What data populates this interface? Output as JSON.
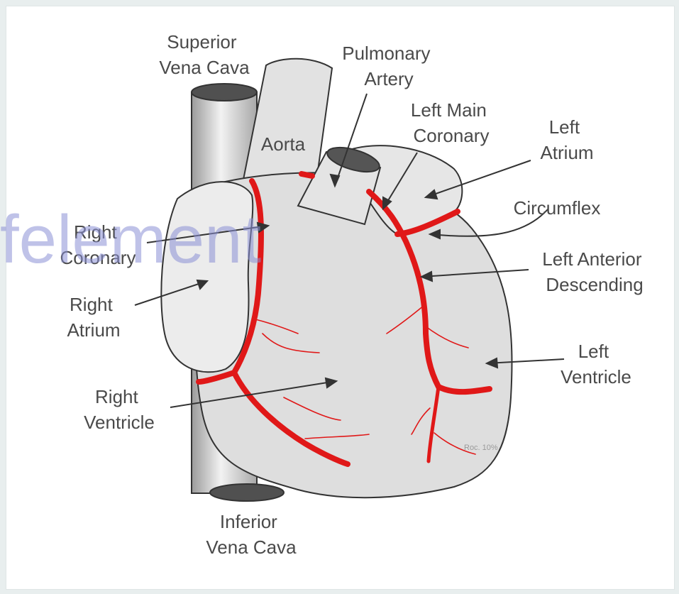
{
  "labels": {
    "superior_vena_cava": [
      "Superior",
      "Vena Cava"
    ],
    "pulmonary_artery": [
      "Pulmonary",
      "Artery"
    ],
    "left_main_coronary": [
      "Left Main",
      "Coronary"
    ],
    "left_atrium": [
      "Left",
      "Atrium"
    ],
    "aorta": "Aorta",
    "circumflex": "Circumflex",
    "right_coronary": [
      "Right",
      "Coronary"
    ],
    "left_anterior_descending": [
      "Left Anterior",
      "Descending"
    ],
    "right_atrium": [
      "Right",
      "Atrium"
    ],
    "left_ventricle": [
      "Left",
      "Ventricle"
    ],
    "right_ventricle": [
      "Right",
      "Ventricle"
    ],
    "inferior_vena_cava": [
      "Inferior",
      "Vena Cava"
    ]
  },
  "watermark": "felement",
  "signature": "Roc. 10%",
  "colors": {
    "artery": "#e01818",
    "tissue": "#dcdcdc",
    "outline": "#333333",
    "label_text": "#4a4a4a",
    "watermark": "#8a8fd6"
  }
}
